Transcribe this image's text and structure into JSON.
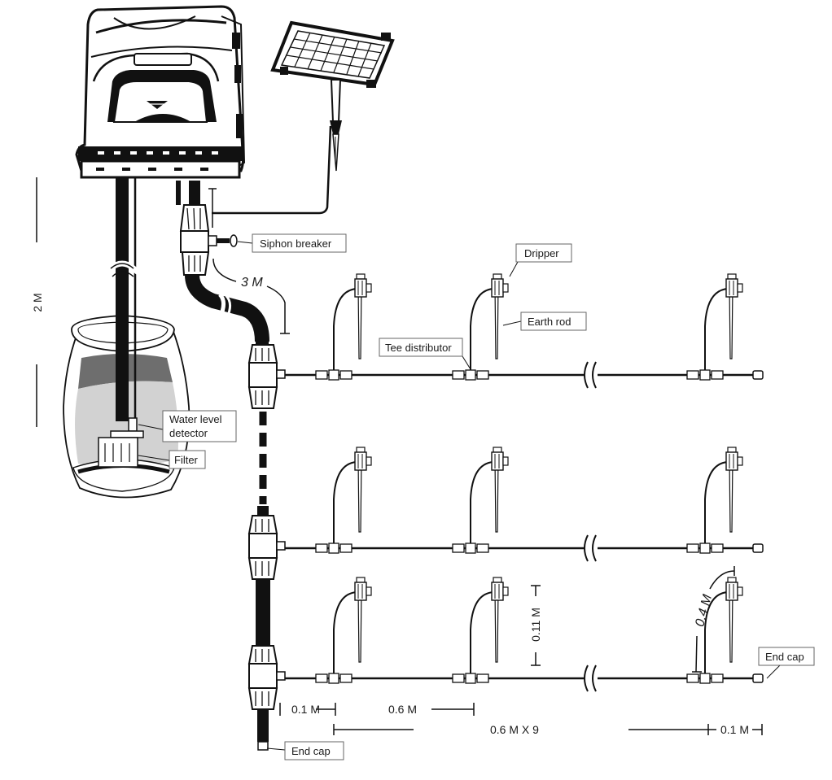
{
  "labels": {
    "siphon_breaker": "Siphon breaker",
    "dripper": "Dripper",
    "earth_rod": "Earth rod",
    "tee_distributor": "Tee distributor",
    "water_level_line1": "Water level",
    "water_level_line2": "detector",
    "filter": "Filter",
    "end_cap_main": "End cap",
    "end_cap_line": "End cap"
  },
  "dimensions": {
    "tank_height": "2 M",
    "hose_length": "3 M",
    "dripper_height": "0.11 M",
    "dripper_tube": "0.4 M",
    "first_offset": "0.1 M",
    "spacing": "0.6 M",
    "total_spacing": "0.6 M X 9",
    "last_offset": "0.1 M"
  },
  "colors": {
    "ink": "#111111",
    "water": "#d2d2d2",
    "water_dark": "#6e6e6e"
  }
}
